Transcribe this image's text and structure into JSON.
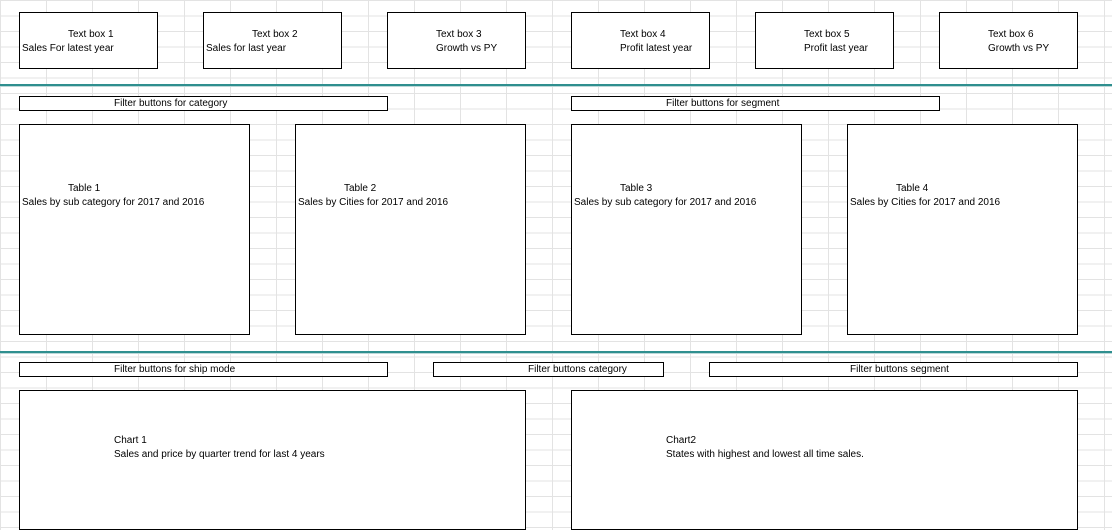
{
  "text_boxes": [
    {
      "title": "Text box 1",
      "subtitle": "Sales For latest year"
    },
    {
      "title": "Text box 2",
      "subtitle": "Sales for last year"
    },
    {
      "title": "Text box 3",
      "subtitle": "Growth vs PY"
    },
    {
      "title": "Text box 4",
      "subtitle": "Profit latest year"
    },
    {
      "title": "Text box 5",
      "subtitle": "Profit last year"
    },
    {
      "title": "Text box 6",
      "subtitle": "Growth vs PY"
    }
  ],
  "filters_top": [
    {
      "label": "Filter buttons for category"
    },
    {
      "label": "Filter buttons for segment"
    }
  ],
  "tables": [
    {
      "title": "Table 1",
      "subtitle": "Sales by sub category for 2017 and 2016"
    },
    {
      "title": "Table 2",
      "subtitle": "Sales by Cities for 2017 and 2016"
    },
    {
      "title": "Table 3",
      "subtitle": "Sales by sub category for 2017 and 2016"
    },
    {
      "title": "Table 4",
      "subtitle": "Sales by Cities for 2017 and 2016"
    }
  ],
  "filters_bottom": [
    {
      "label": "Filter buttons for ship mode"
    },
    {
      "label": "Filter buttons category"
    },
    {
      "label": "Filter buttons segment"
    }
  ],
  "charts": [
    {
      "title": "Chart 1",
      "subtitle": "Sales and price by quarter trend for last 4 years"
    },
    {
      "title": "Chart2",
      "subtitle": "States with highest and lowest all time sales."
    }
  ],
  "colors": {
    "divider": "#2f8f8f",
    "gridline": "#e3e3e3"
  }
}
